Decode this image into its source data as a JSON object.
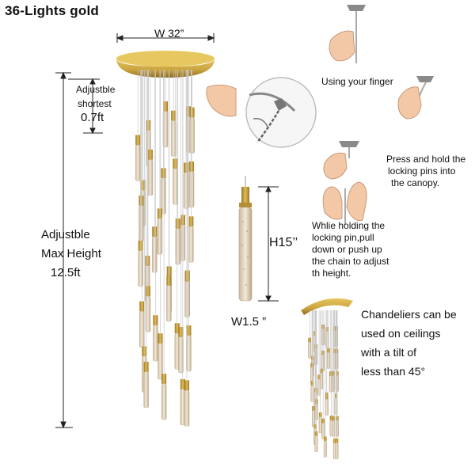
{
  "product_title": "36-Lights gold",
  "dimensions": {
    "width": "W 32”",
    "adjustable_short_label": "Adjustble",
    "shortest_label": "shortest",
    "shortest_value": "0.7ft",
    "max_height_line1": "Adjustble",
    "max_height_line2": "Max Height",
    "max_height_value": "12.5ft",
    "pendant_height": "H15’’",
    "pendant_width": "W1.5 ”"
  },
  "instructions": {
    "step1": "Using your finger",
    "step2": [
      "Press and hold the",
      "locking pins into",
      "the canopy."
    ],
    "step3": [
      "Whlie holding the",
      "locking pin,pull",
      "down or push up",
      "the chain to adjust",
      "th height."
    ]
  },
  "tilt_note": [
    "Chandeliers can be",
    "used on ceilings",
    "with a tilt of",
    "less than 45°"
  ],
  "colors": {
    "gold": "#c9a33e",
    "gold_dark": "#9a7424",
    "skin": "#f2c8a6",
    "cable": "#c8c8c8"
  }
}
